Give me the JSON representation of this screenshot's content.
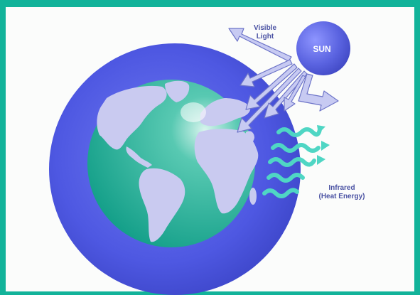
{
  "labels": {
    "sun": "SUN",
    "visible_light_line1": "Visible",
    "visible_light_line2": "Light",
    "infrared_line1": "Infrared",
    "infrared_line2": "(Heat Energy)"
  },
  "colors": {
    "frame": "#12b39a",
    "panel": "#fbfcfb",
    "atmosphere": "#4a55d9",
    "ocean": "#1fb39a",
    "land": "#c9caf0",
    "light_arrows": "#c7caf2",
    "infrared_waves": "#4fd6c4",
    "sun": "#5a63e0",
    "label_text": "#4a52a3"
  }
}
